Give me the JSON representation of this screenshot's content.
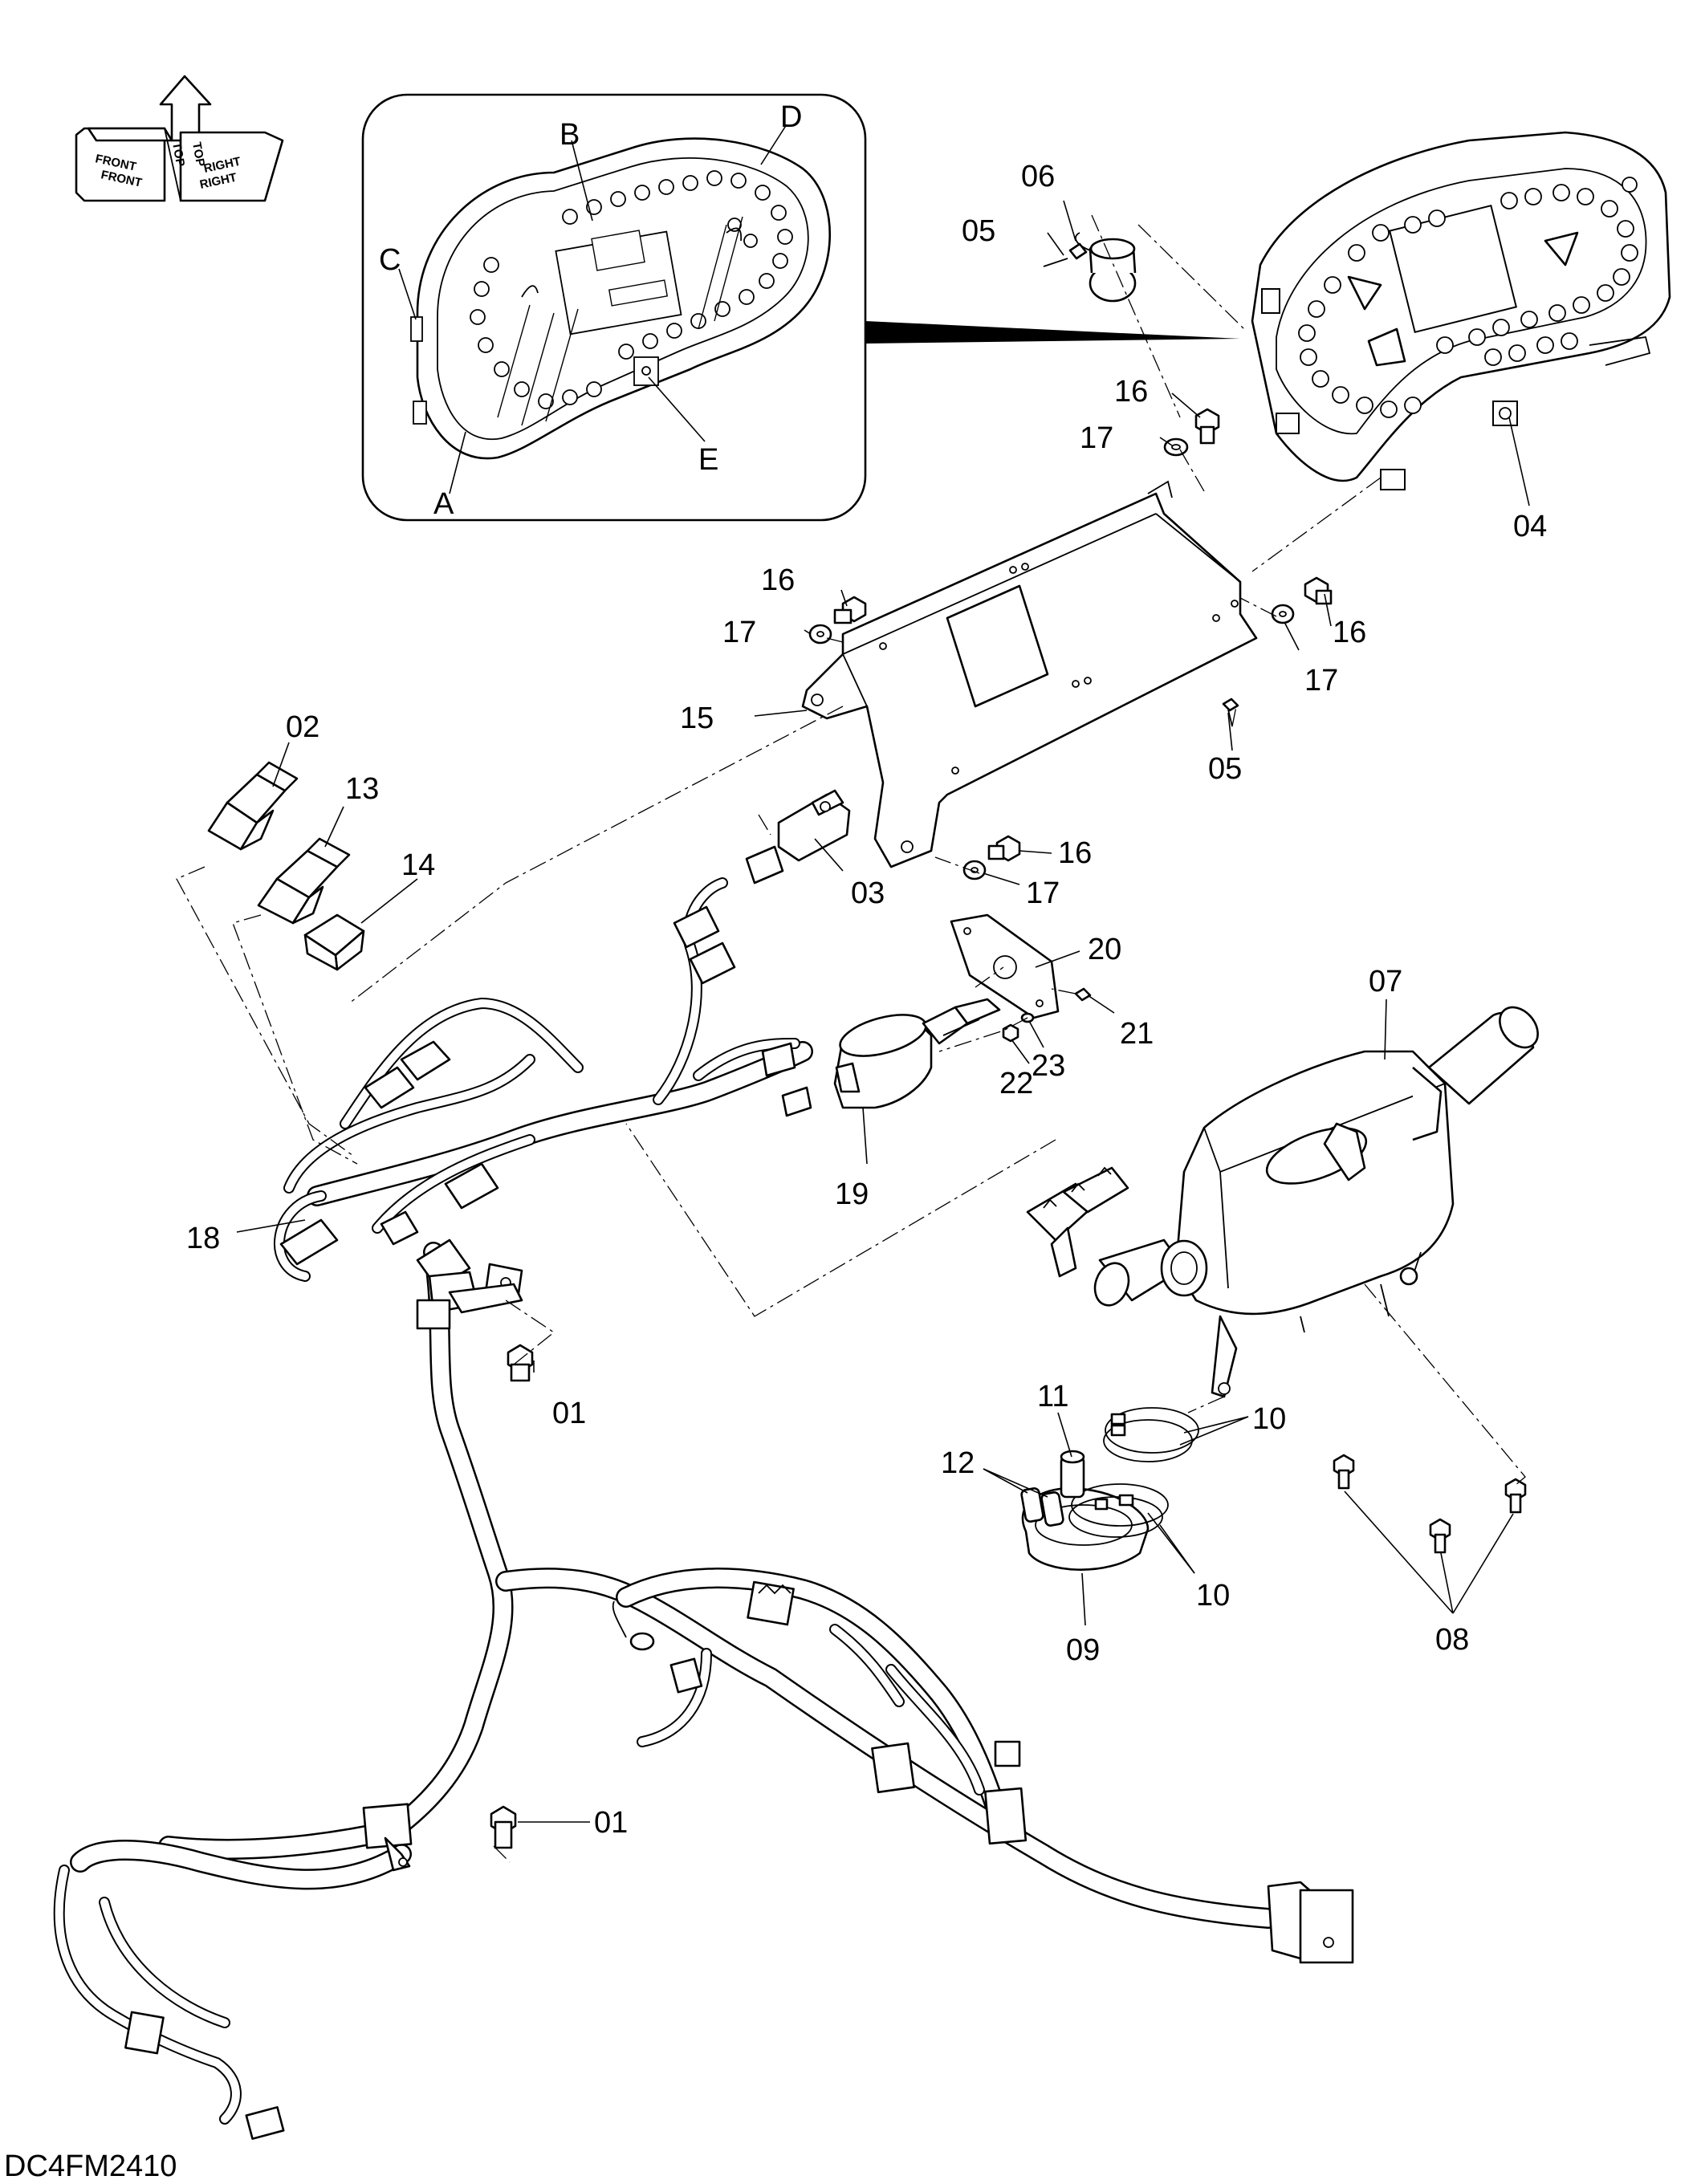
{
  "drawing_code": "DC4FM2410",
  "orientation": {
    "top": "TOP",
    "front": "FRONT",
    "right": "RIGHT"
  },
  "inset": {
    "title": "",
    "labels": [
      "A",
      "B",
      "C",
      "D",
      "E"
    ]
  },
  "parts": [
    "01",
    "02",
    "03",
    "04",
    "05",
    "06",
    "07",
    "08",
    "09",
    "10",
    "11",
    "12",
    "13",
    "14",
    "15",
    "16",
    "17",
    "18",
    "19",
    "20",
    "21",
    "22",
    "23"
  ],
  "callouts": {
    "p01a": "01",
    "p01b": "01",
    "p02": "02",
    "p03": "03",
    "p04": "04",
    "p05a": "05",
    "p05b": "05",
    "p06": "06",
    "p07": "07",
    "p08": "08",
    "p09": "09",
    "p10a": "10",
    "p10b": "10",
    "p11": "11",
    "p12": "12",
    "p13": "13",
    "p14": "14",
    "p15": "15",
    "p16a": "16",
    "p16b": "16",
    "p16c": "16",
    "p16d": "16",
    "p17a": "17",
    "p17b": "17",
    "p17c": "17",
    "p17d": "17",
    "p18": "18",
    "p19": "19",
    "p20": "20",
    "p21": "21",
    "p22": "22",
    "p23": "23",
    "iA": "A",
    "iB": "B",
    "iC": "C",
    "iD": "D",
    "iE": "E"
  }
}
